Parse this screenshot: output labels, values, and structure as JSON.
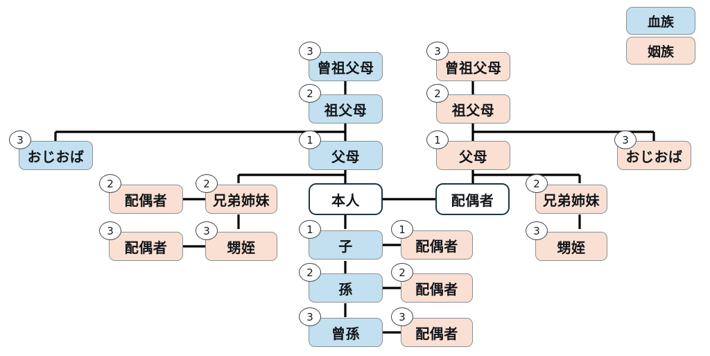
{
  "diagram": {
    "title_text": "",
    "colors": {
      "blood_fill": "#c2e0ef",
      "inlaw_fill": "#f9e0d3",
      "node_border": "#8a8f94",
      "self_border": "#1d3442",
      "edge": "#000000",
      "badge_border": "#3c4349",
      "background": "#ffffff"
    }
  },
  "legend": {
    "items": [
      {
        "label": "血族",
        "kind": "blood"
      },
      {
        "label": "姻族",
        "kind": "inlaw"
      }
    ]
  },
  "nodes": {
    "great_grandparents_self": {
      "label": "曾祖父母",
      "degree": "3",
      "kind": "blood"
    },
    "grandparents_self": {
      "label": "祖父母",
      "degree": "2",
      "kind": "blood"
    },
    "parents_self": {
      "label": "父母",
      "degree": "1",
      "kind": "blood"
    },
    "uncle_aunt_self": {
      "label": "おじおば",
      "degree": "3",
      "kind": "blood"
    },
    "sibling_self": {
      "label": "兄弟姉妹",
      "degree": "2",
      "kind": "inlaw"
    },
    "sibling_spouse_self": {
      "label": "配偶者",
      "degree": "2",
      "kind": "inlaw"
    },
    "nephew_niece_self": {
      "label": "甥姪",
      "degree": "3",
      "kind": "inlaw"
    },
    "nephew_niece_spouse_self": {
      "label": "配偶者",
      "degree": "3",
      "kind": "inlaw"
    },
    "self": {
      "label": "本人",
      "degree": "",
      "kind": "self"
    },
    "spouse": {
      "label": "配偶者",
      "degree": "",
      "kind": "self"
    },
    "great_grandparents_spouse": {
      "label": "曾祖父母",
      "degree": "3",
      "kind": "inlaw"
    },
    "grandparents_spouse": {
      "label": "祖父母",
      "degree": "2",
      "kind": "inlaw"
    },
    "parents_spouse": {
      "label": "父母",
      "degree": "1",
      "kind": "inlaw"
    },
    "uncle_aunt_spouse": {
      "label": "おじおば",
      "degree": "3",
      "kind": "inlaw"
    },
    "sibling_spouse_side": {
      "label": "兄弟姉妹",
      "degree": "2",
      "kind": "inlaw"
    },
    "nephew_niece_spouse_side": {
      "label": "甥姪",
      "degree": "3",
      "kind": "inlaw"
    },
    "child": {
      "label": "子",
      "degree": "1",
      "kind": "blood"
    },
    "child_spouse": {
      "label": "配偶者",
      "degree": "1",
      "kind": "inlaw"
    },
    "grandchild": {
      "label": "孫",
      "degree": "2",
      "kind": "blood"
    },
    "grandchild_spouse": {
      "label": "配偶者",
      "degree": "2",
      "kind": "inlaw"
    },
    "great_grandchild": {
      "label": "曾孫",
      "degree": "3",
      "kind": "blood"
    },
    "great_grandchild_spouse": {
      "label": "配偶者",
      "degree": "3",
      "kind": "inlaw"
    }
  }
}
